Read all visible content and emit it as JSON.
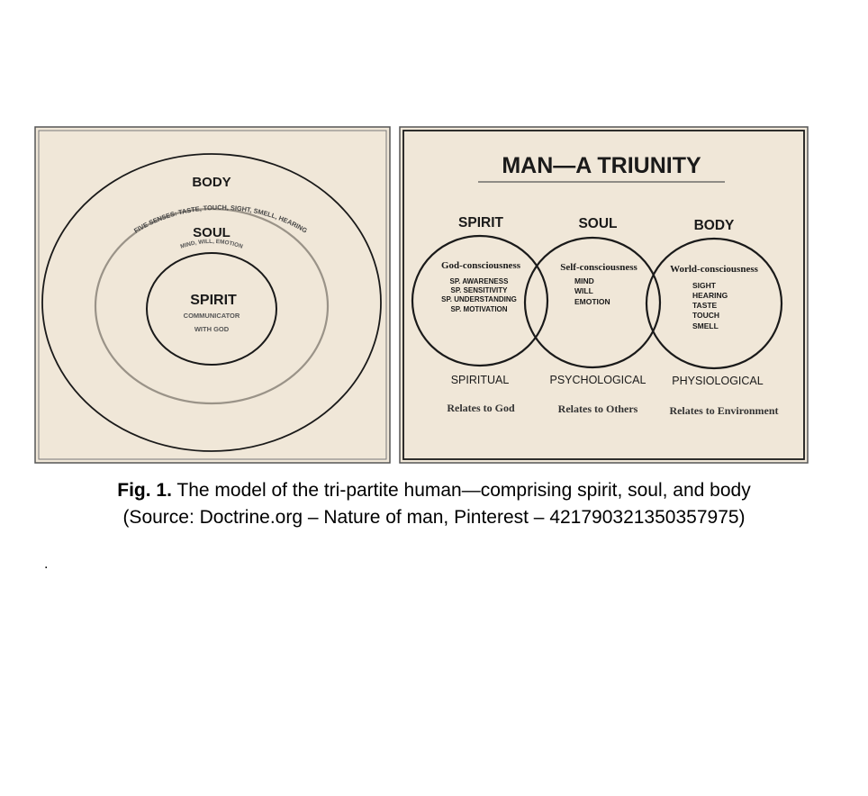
{
  "left_panel": {
    "body_label": "BODY",
    "body_arc_text": "FIVE SENSES: TASTE, TOUCH, SIGHT, SMELL, HEARING",
    "soul_label": "SOUL",
    "soul_arc_text": "MIND, WILL, EMOTION",
    "spirit_label": "SPIRIT",
    "spirit_line1": "COMMUNICATOR",
    "spirit_line2": "WITH GOD"
  },
  "right_panel": {
    "title": "MAN—A TRIUNITY",
    "columns": [
      {
        "heading": "SPIRIT",
        "consciousness": "God-consciousness",
        "items": [
          "SP. AWARENESS",
          "SP. SENSITIVITY",
          "SP. UNDERSTANDING",
          "SP. MOTIVATION"
        ],
        "category": "SPIRITUAL",
        "relation": "Relates to God"
      },
      {
        "heading": "SOUL",
        "consciousness": "Self-consciousness",
        "items": [
          "MIND",
          "WILL",
          "EMOTION"
        ],
        "category": "PSYCHOLOGICAL",
        "relation": "Relates to Others"
      },
      {
        "heading": "BODY",
        "consciousness": "World-consciousness",
        "items": [
          "SIGHT",
          "HEARING",
          "TASTE",
          "TOUCH",
          "SMELL"
        ],
        "category": "PHYSIOLOGICAL",
        "relation": "Relates to Environment"
      }
    ]
  },
  "caption": {
    "label": "Fig. 1.",
    "line1": " The model of the tri-partite human—comprising spirit, soul, and body",
    "line2": "(Source: Doctrine.org – Nature of man, Pinterest – 421790321350357975)"
  },
  "stray_mark": ".",
  "colors": {
    "panel_background": "#f0e7d8",
    "ink": "#1a1a1a",
    "soul_ring": "#9a9388"
  }
}
